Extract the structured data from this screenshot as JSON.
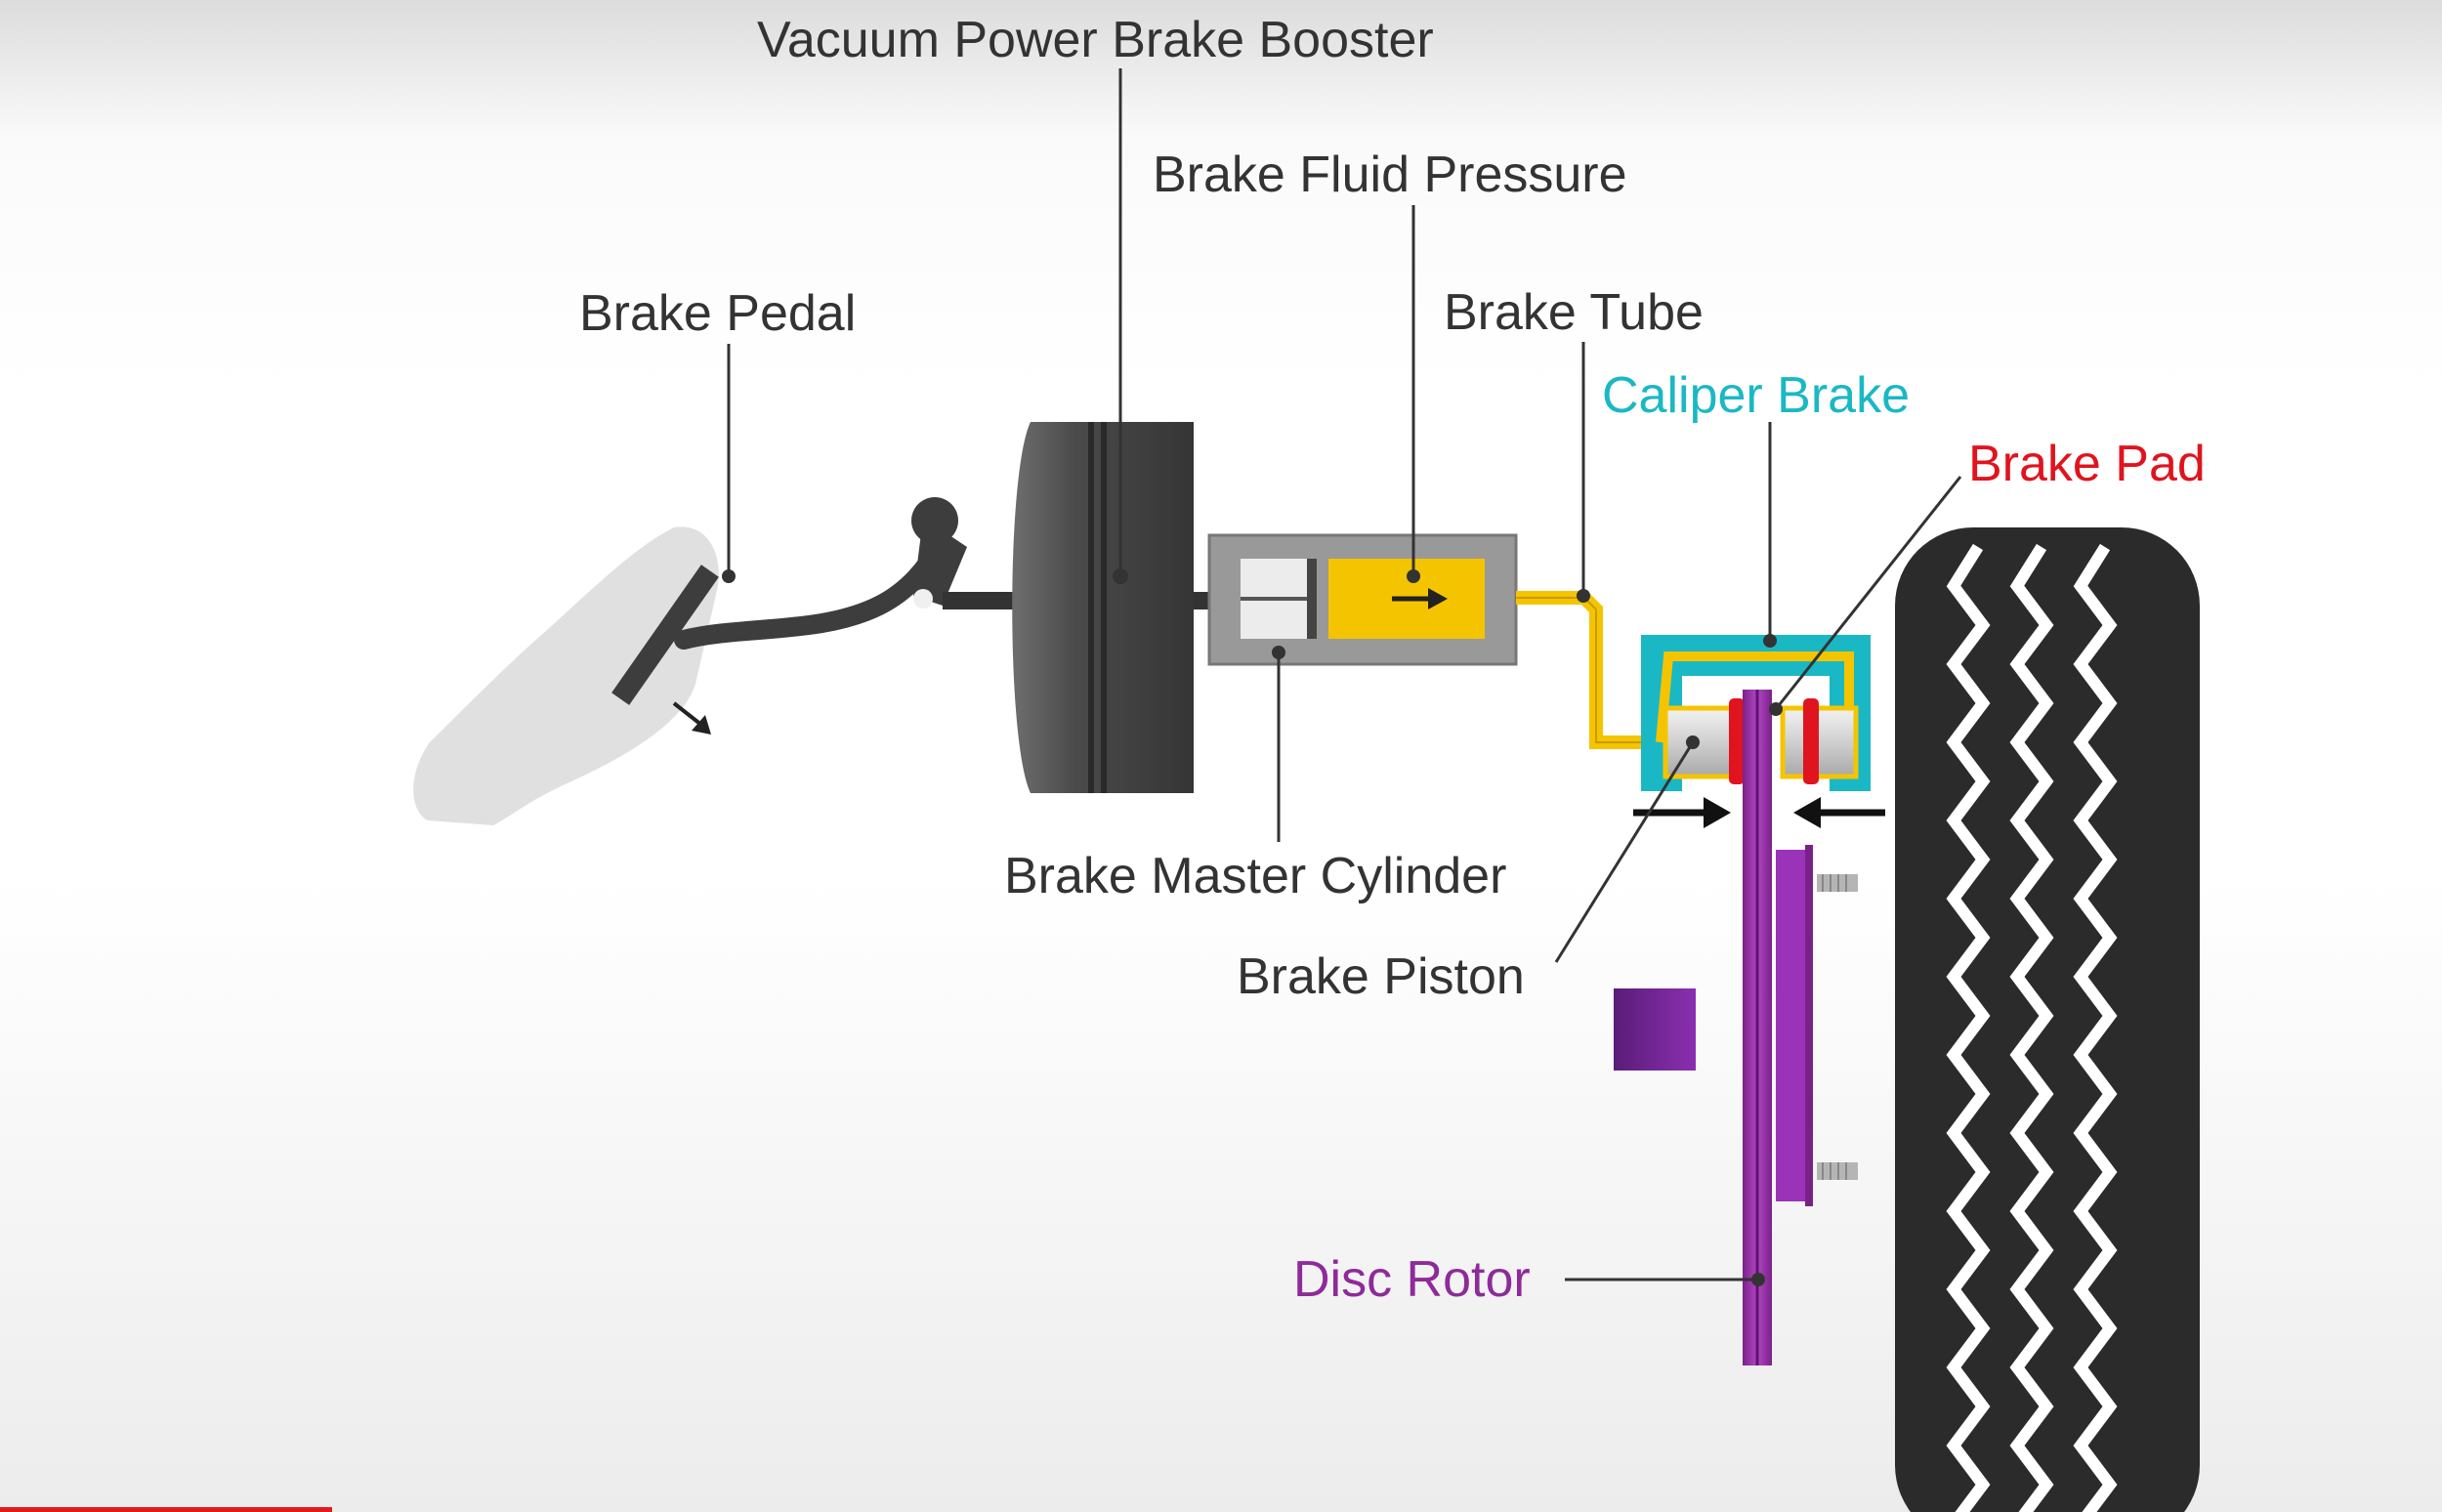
{
  "diagram": {
    "labels": {
      "booster": "Vacuum Power Brake Booster",
      "fluid_pressure": "Brake Fluid Pressure",
      "pedal": "Brake Pedal",
      "tube": "Brake Tube",
      "caliper": "Caliper Brake",
      "pad": "Brake Pad",
      "master_cylinder": "Brake Master Cylinder",
      "piston": "Brake Piston",
      "rotor": "Disc Rotor"
    },
    "colors": {
      "text_default": "#333333",
      "caliper": "#1ab8c4",
      "pad": "#e0141e",
      "rotor": "#8e2a9a",
      "fluid": "#f5c400",
      "tire": "#2b2b2b",
      "booster": "#3f3f3f"
    }
  },
  "video": {
    "progress_color": "#e01c1c"
  }
}
